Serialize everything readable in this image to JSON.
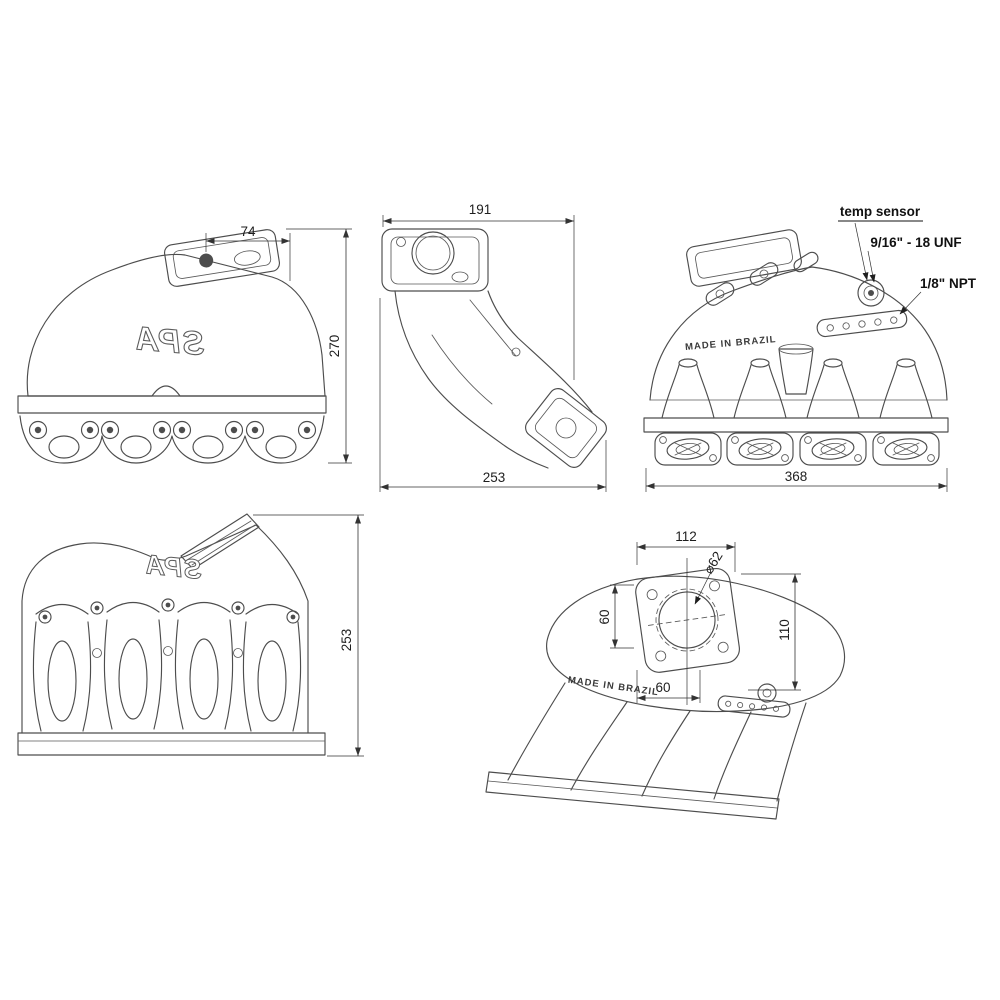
{
  "drawing": {
    "background": "#ffffff",
    "line_color": "#4d4d4d",
    "views": {
      "side_left": {
        "logo": "SPA",
        "dim_top": "74",
        "dim_height": "270"
      },
      "profile": {
        "dim_top": "191",
        "dim_bottom": "253"
      },
      "rear_right": {
        "callout_temp_sensor": "temp sensor",
        "callout_thread_unf": "9/16\" - 18 UNF",
        "callout_thread_npt": "1/8\" NPT",
        "made_in": "MADE IN BRAZIL",
        "dim_bottom": "368"
      },
      "front": {
        "logo": "SPA",
        "dim_height": "253"
      },
      "top_perspective": {
        "made_in": "MADE IN BRAZIL",
        "dim_flange_width": "112",
        "dim_bore_diameter": "⌀62",
        "dim_left": "60",
        "dim_right": "110",
        "dim_bottom": "60"
      }
    }
  }
}
